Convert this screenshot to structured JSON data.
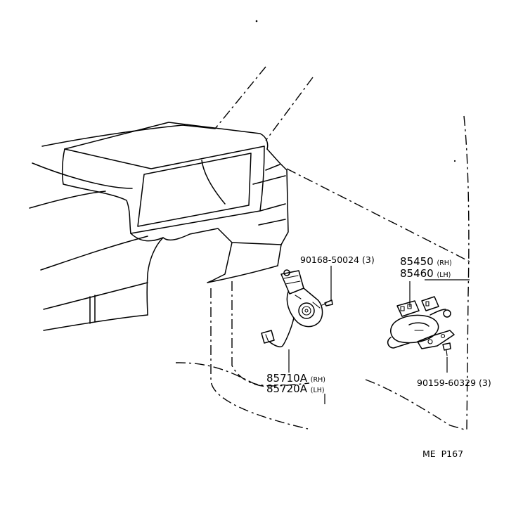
{
  "diagram": {
    "parts": [
      {
        "number": "90168-50024",
        "qty": "(3)"
      },
      {
        "number": "85450",
        "side": "(RH)"
      },
      {
        "number": "85460",
        "side": "(LH)"
      },
      {
        "number": "85710A",
        "side": "(RH)"
      },
      {
        "number": "85720A",
        "side": "(LH)"
      },
      {
        "number": "90159-60329",
        "qty": "(3)"
      }
    ],
    "page_code": "ME  P167"
  }
}
